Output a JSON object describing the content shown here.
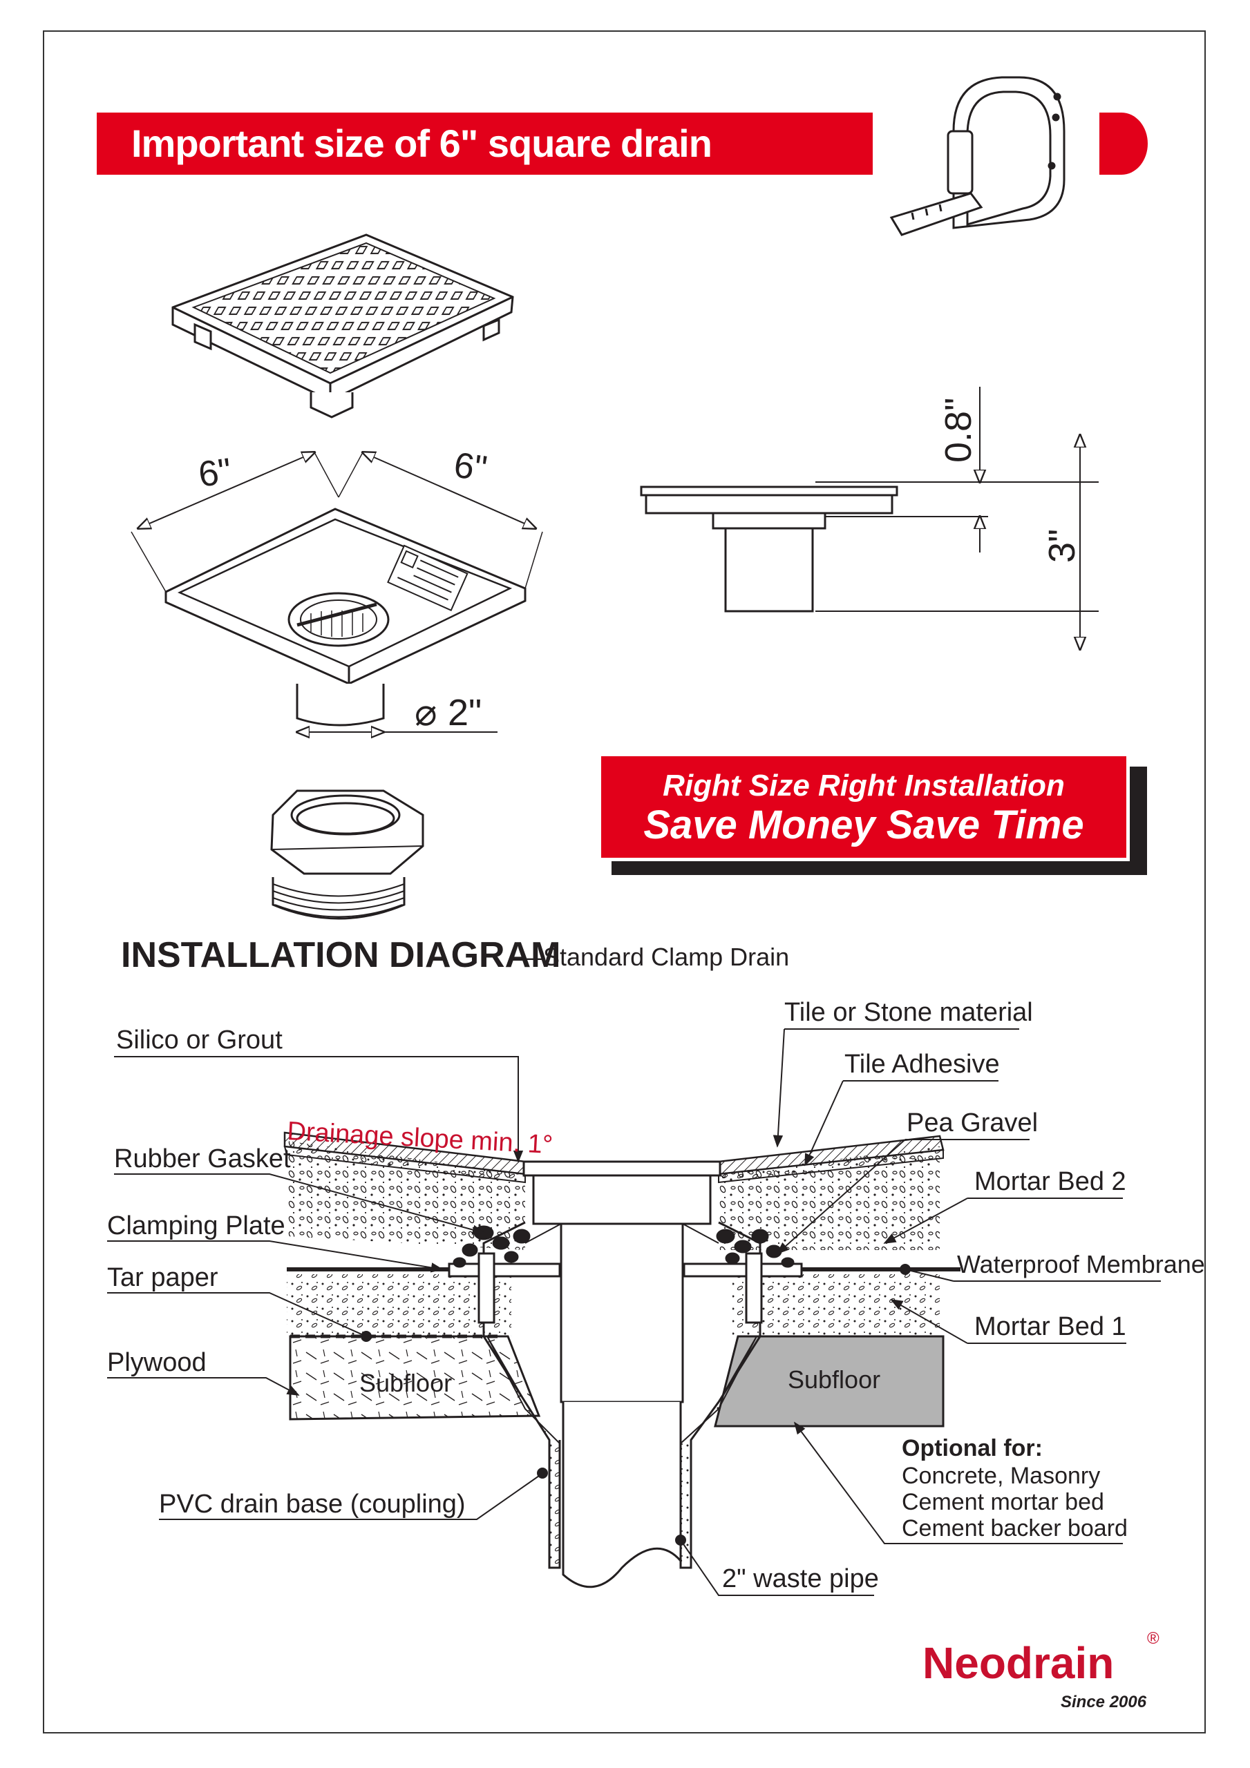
{
  "header": {
    "title": "Important size of 6\" square drain"
  },
  "dimensions": {
    "side_a": "6\"",
    "side_b": "6\"",
    "outlet_diameter": "2\"",
    "diameter_symbol": "⌀",
    "frame_height": "0.8\"",
    "total_height": "3\""
  },
  "promo": {
    "line1": "Right Size Right Installation",
    "line2": "Save Money Save Time"
  },
  "installation": {
    "heading": "INSTALLATION DIAGRAM",
    "subheading": "—Standard Clamp Drain",
    "slope_note": "Drainage slope min. 1°",
    "labels": {
      "silico": "Silico or Grout",
      "rubber_gasket": "Rubber Gasket",
      "clamping_plate": "Clamping Plate",
      "tar_paper": "Tar paper",
      "plywood": "Plywood",
      "pvc": "PVC drain base (coupling)",
      "tile_stone": "Tile or Stone material",
      "tile_adhesive": "Tile Adhesive",
      "pea_gravel": "Pea Gravel",
      "mortar_bed_2": "Mortar Bed 2",
      "waterproof": "Waterproof Membrane",
      "mortar_bed_1": "Mortar Bed 1",
      "subfloor_left": "Subfloor",
      "subfloor_right": "Subfloor",
      "waste_pipe": "2\" waste pipe"
    },
    "optional": {
      "title": "Optional for:",
      "items": [
        "Concrete, Masonry",
        "Cement mortar bed",
        "Cement backer board"
      ]
    }
  },
  "brand": {
    "name": "Neodrain",
    "registered": "®",
    "since": "Since 2006"
  },
  "colors": {
    "brand_red": "#e2001a",
    "ink": "#231f20",
    "subfloor_gray": "#b3b3b3"
  },
  "icons": [
    "tape-measure-icon",
    "square-drain-grate-icon",
    "drain-body-icon",
    "hex-nut-icon"
  ]
}
